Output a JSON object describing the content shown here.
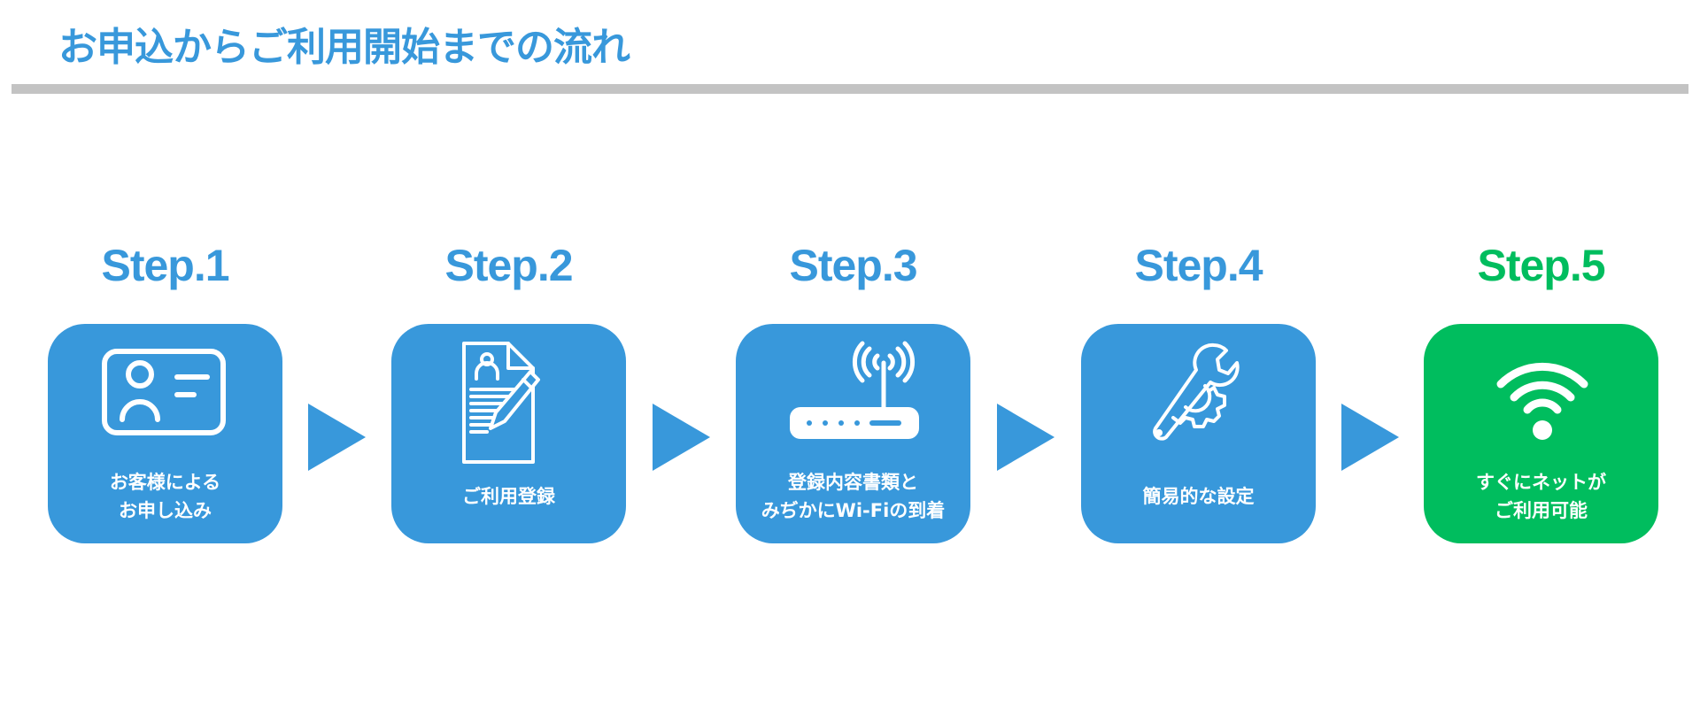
{
  "page": {
    "title": "お申込からご利用開始までの流れ"
  },
  "colors": {
    "primary": "#3898db",
    "accent": "#00bd5e",
    "divider": "#c3c3c3",
    "text_on_card": "#ffffff"
  },
  "steps": [
    {
      "label": "Step.1",
      "icon": "id-card-icon",
      "lines": [
        "お客様による",
        "お申し込み"
      ]
    },
    {
      "label": "Step.2",
      "icon": "document-pencil-icon",
      "lines": [
        "ご利用登録"
      ]
    },
    {
      "label": "Step.3",
      "icon": "wifi-router-icon",
      "lines": [
        "登録内容書類と",
        "みぢかにWi-Fiの到着"
      ]
    },
    {
      "label": "Step.4",
      "icon": "wrench-gear-icon",
      "lines": [
        "簡易的な設定"
      ]
    },
    {
      "label": "Step.5",
      "icon": "wifi-icon",
      "lines": [
        "すぐにネットが",
        "ご利用可能"
      ]
    }
  ],
  "connectors": [
    {
      "icon": "arrow-right-icon"
    },
    {
      "icon": "arrow-right-icon"
    },
    {
      "icon": "arrow-right-icon"
    },
    {
      "icon": "arrow-right-icon"
    }
  ]
}
